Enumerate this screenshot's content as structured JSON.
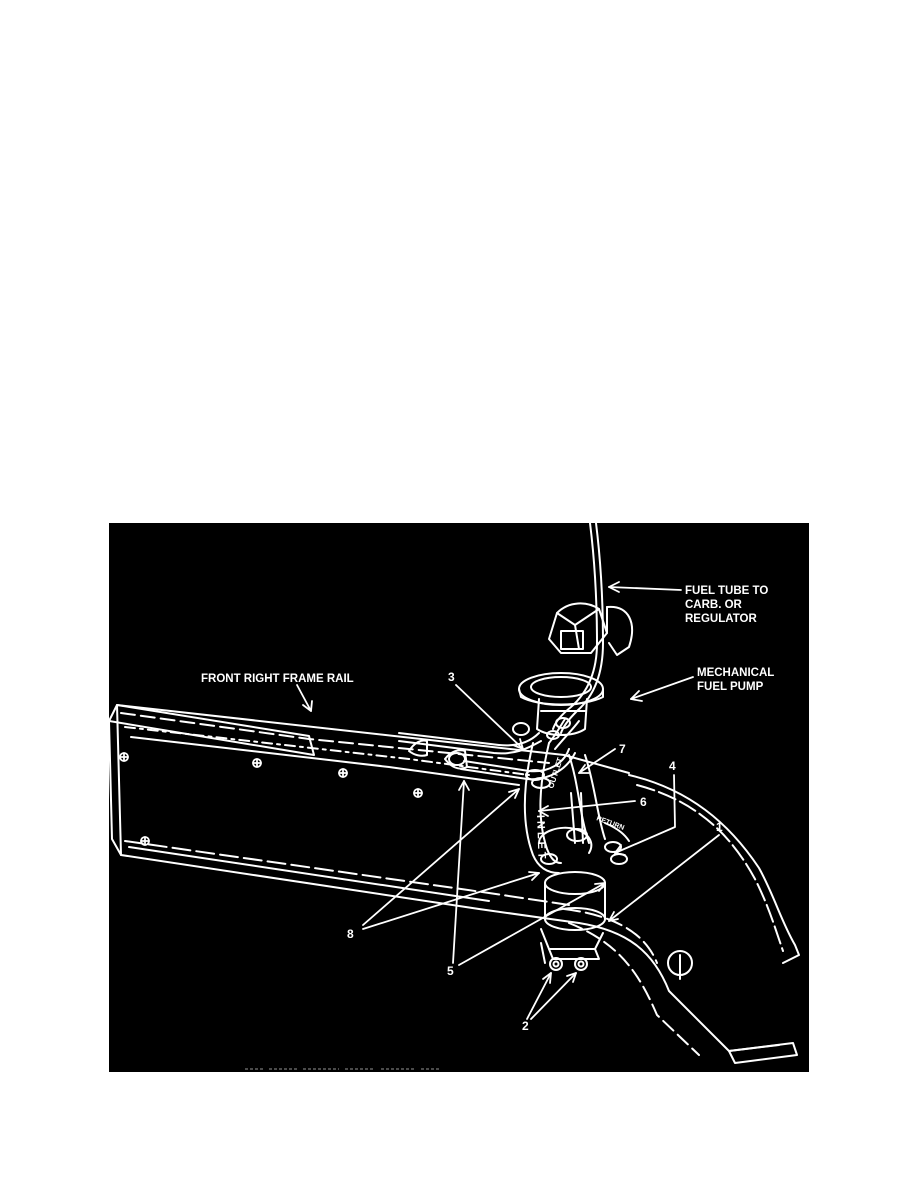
{
  "figure": {
    "background": "#000000",
    "ink": "#ffffff",
    "labels": {
      "fuel_tube": [
        "FUEL TUBE TO",
        "CARB. OR",
        "REGULATOR"
      ],
      "pump": [
        "MECHANICAL",
        "FUEL PUMP"
      ],
      "frame_rail": "FRONT RIGHT FRAME RAIL"
    },
    "callouts": {
      "c1": "1",
      "c2": "2",
      "c3": "3",
      "c4": "4",
      "c5": "5",
      "c6": "6",
      "c7": "7",
      "c8": "8"
    },
    "hose_text": {
      "inlet": "INLET",
      "outlet": "OUTLET",
      "return": "RETURN"
    }
  }
}
